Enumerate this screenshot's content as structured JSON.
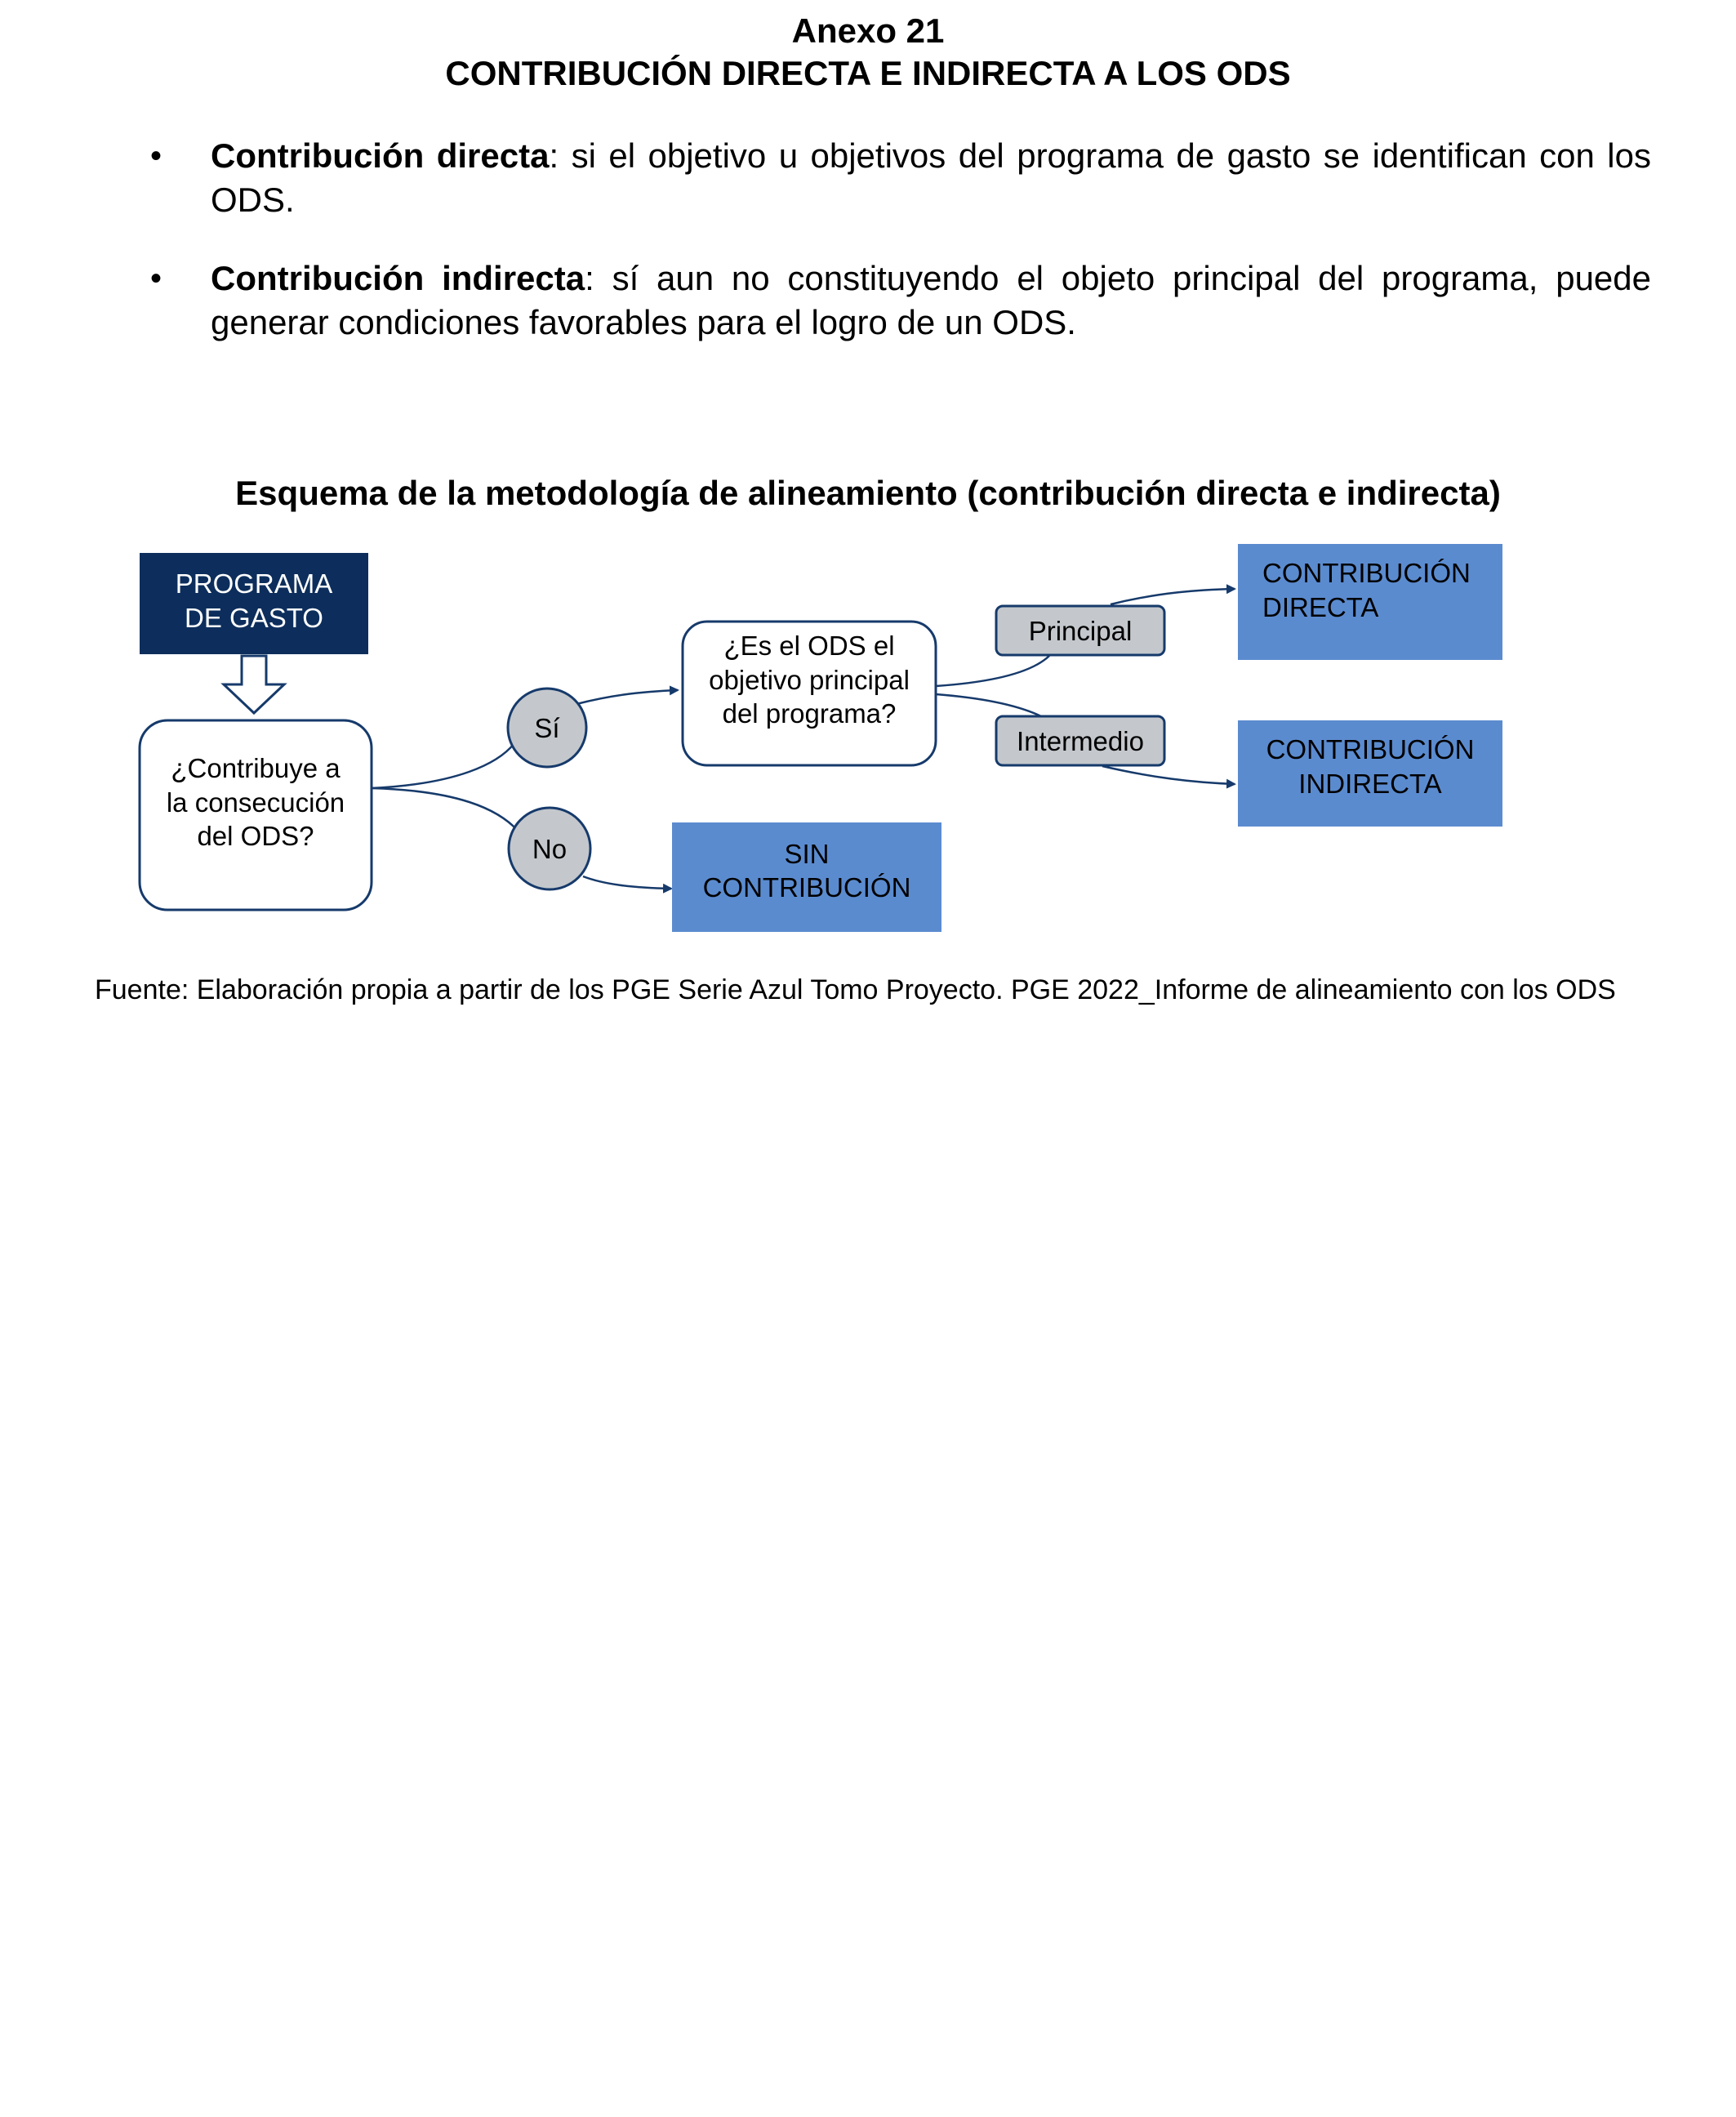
{
  "header": {
    "annex_number": "Anexo 21",
    "annex_title": "CONTRIBUCIÓN DIRECTA E INDIRECTA A LOS ODS"
  },
  "bullets": [
    {
      "term": "Contribución directa",
      "text": ": si el objetivo u objetivos del programa de gasto se identifican con los ODS."
    },
    {
      "term": "Contribución indirecta",
      "text": ": sí aun no constituyendo el objeto principal del programa, puede generar condiciones favorables para el logro de un ODS."
    }
  ],
  "diagram": {
    "title": "Esquema de la metodología de alineamiento (contribución directa e indirecta)",
    "program_box": [
      "PROGRAMA",
      "DE GASTO"
    ],
    "question_1": [
      "¿Contribuye a",
      "la consecución",
      "del ODS?"
    ],
    "yes_label": "Sí",
    "no_label": "No",
    "question_2": [
      "¿Es el ODS el",
      "objetivo principal",
      "del programa?"
    ],
    "principal_label": "Principal",
    "intermediate_label": "Intermedio",
    "direct_box": [
      "CONTRIBUCIÓN",
      "DIRECTA"
    ],
    "indirect_box": [
      "CONTRIBUCIÓN",
      "INDIRECTA"
    ],
    "none_box": [
      "SIN",
      "CONTRIBUCIÓN"
    ],
    "colors": {
      "dark_navy": "#0d2e5c",
      "blue_box": "#5b8bcf",
      "gray_pill": "#c4c8cc",
      "line": "#163a6b"
    }
  },
  "source": "Fuente: Elaboración propia a partir de los PGE Serie Azul Tomo Proyecto. PGE 2022_Informe de alineamiento con los ODS"
}
